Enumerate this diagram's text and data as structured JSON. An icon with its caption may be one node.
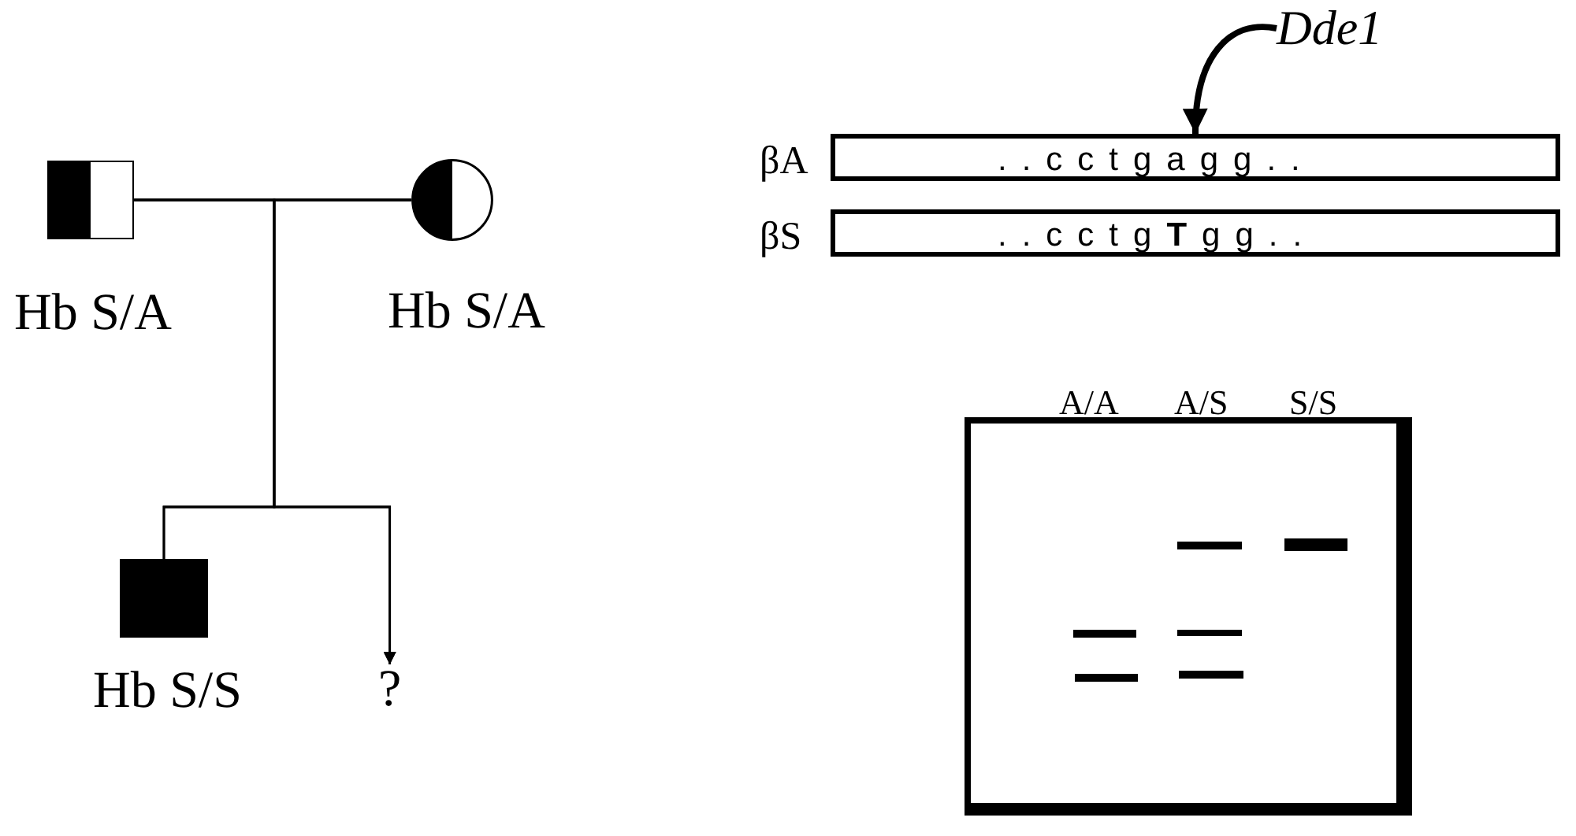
{
  "diagram": {
    "nodes": [
      {
        "text": [],
        "shape": "box",
        "beside": [
          "Hb S/A"
        ]
      },
      {
        "text": [],
        "shape": "circle",
        "beside": [
          "Hb S/A"
        ]
      },
      {
        "text": [],
        "shape": "box",
        "beside": [
          "Hb S/S"
        ]
      },
      {
        "text": [
          "?"
        ]
      },
      {
        "text": [
          "Dde1"
        ]
      },
      {
        "text": [
          "..cctgagg.."
        ],
        "beside": [
          "βA"
        ]
      },
      {
        "text": [
          "..cctg**T**gg.."
        ],
        "beside": [
          "βS"
        ]
      }
    ],
    "edges": [
      {
        "from": 0,
        "to": 1,
        "arrow": "none"
      },
      {
        "from": 0,
        "to": 2,
        "arrow": "none"
      },
      {
        "from": 1,
        "to": 2,
        "arrow": "none"
      },
      {
        "from": 0,
        "to": 3,
        "arrow": "to"
      },
      {
        "from": 1,
        "to": 3,
        "arrow": "to"
      },
      {
        "from": 4,
        "to": 5,
        "arrow": "to",
        "style": "thick"
      }
    ],
    "labels": [
      "A/A",
      "A/S",
      "S/S"
    ]
  }
}
